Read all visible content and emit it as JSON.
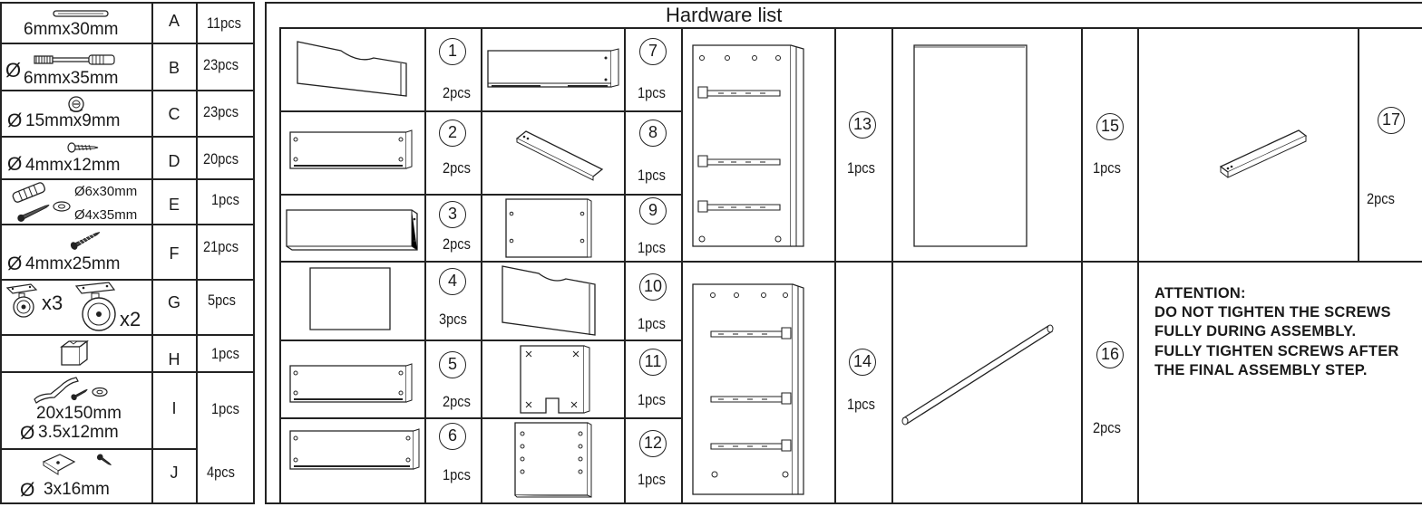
{
  "hardware": [
    {
      "size": "6mmx30mm",
      "letter": "A",
      "qty": "11pcs",
      "icon": "dowel-icon"
    },
    {
      "size_prefix": "Ø",
      "size": "6mmx35mm",
      "letter": "B",
      "qty": "23pcs",
      "icon": "cam-bolt-icon"
    },
    {
      "size_prefix": "Ø",
      "size": "15mmx9mm",
      "letter": "C",
      "qty": "23pcs",
      "icon": "cam-lock-icon"
    },
    {
      "size_prefix": "Ø",
      "size": "4mmx12mm",
      "letter": "D",
      "qty": "20pcs",
      "icon": "short-screw-icon"
    },
    {
      "size_a": "Ø6x30mm",
      "size_b": "Ø4x35mm",
      "letter": "E",
      "qty": "1pcs",
      "icon": "wall-anchor-kit-icon"
    },
    {
      "size_prefix": "Ø",
      "size": "4mmx25mm",
      "letter": "F",
      "qty": "21pcs",
      "icon": "long-screw-icon"
    },
    {
      "count_a": "x3",
      "count_b": "x2",
      "letter": "G",
      "qty": "5pcs",
      "icon": "caster-wheels-icon"
    },
    {
      "letter": "H",
      "qty": "1pcs",
      "icon": "cube-foot-icon"
    },
    {
      "size": "20x150mm",
      "size2_prefix": "Ø",
      "size2": "3.5x12mm",
      "letter": "I",
      "qty": "1pcs",
      "icon": "anti-tip-strap-icon"
    },
    {
      "size_prefix": "Ø",
      "size": "3x16mm",
      "letter": "J",
      "qty": "4pcs",
      "icon": "corner-bracket-icon"
    }
  ],
  "title": "Hardware list",
  "panels": [
    {
      "num": "1",
      "qty": "2pcs",
      "icon": "curved-front-panel-icon"
    },
    {
      "num": "2",
      "qty": "2pcs",
      "icon": "drilled-panel-icon"
    },
    {
      "num": "3",
      "qty": "2pcs",
      "icon": "plain-board-icon"
    },
    {
      "num": "4",
      "qty": "3pcs",
      "icon": "square-board-icon"
    },
    {
      "num": "5",
      "qty": "2pcs",
      "icon": "drilled-panel-icon"
    },
    {
      "num": "6",
      "qty": "1pcs",
      "icon": "drilled-panel-icon"
    },
    {
      "num": "7",
      "qty": "1pcs",
      "icon": "long-shelf-panel-icon"
    },
    {
      "num": "8",
      "qty": "1pcs",
      "icon": "slat-icon"
    },
    {
      "num": "9",
      "qty": "1pcs",
      "icon": "back-board-icon"
    },
    {
      "num": "10",
      "qty": "1pcs",
      "icon": "curved-front-panel-icon"
    },
    {
      "num": "11",
      "qty": "1pcs",
      "icon": "notched-panel-icon"
    },
    {
      "num": "12",
      "qty": "1pcs",
      "icon": "tall-drilled-panel-icon"
    },
    {
      "num": "13",
      "qty": "1pcs",
      "icon": "side-panel-with-rails-icon"
    },
    {
      "num": "14",
      "qty": "1pcs",
      "icon": "side-panel-with-rails-icon"
    },
    {
      "num": "15",
      "qty": "1pcs",
      "icon": "large-panel-icon"
    },
    {
      "num": "16",
      "qty": "2pcs",
      "icon": "rod-icon"
    },
    {
      "num": "17",
      "qty": "2pcs",
      "icon": "slat-icon"
    }
  ],
  "attention": {
    "line1": "ATTENTION:",
    "line2": "DO NOT TIGHTEN THE SCREWS",
    "line3": "FULLY DURING ASSEMBLY.",
    "line4": "FULLY TIGHTEN SCREWS AFTER",
    "line5": "THE FINAL ASSEMBLY STEP."
  }
}
